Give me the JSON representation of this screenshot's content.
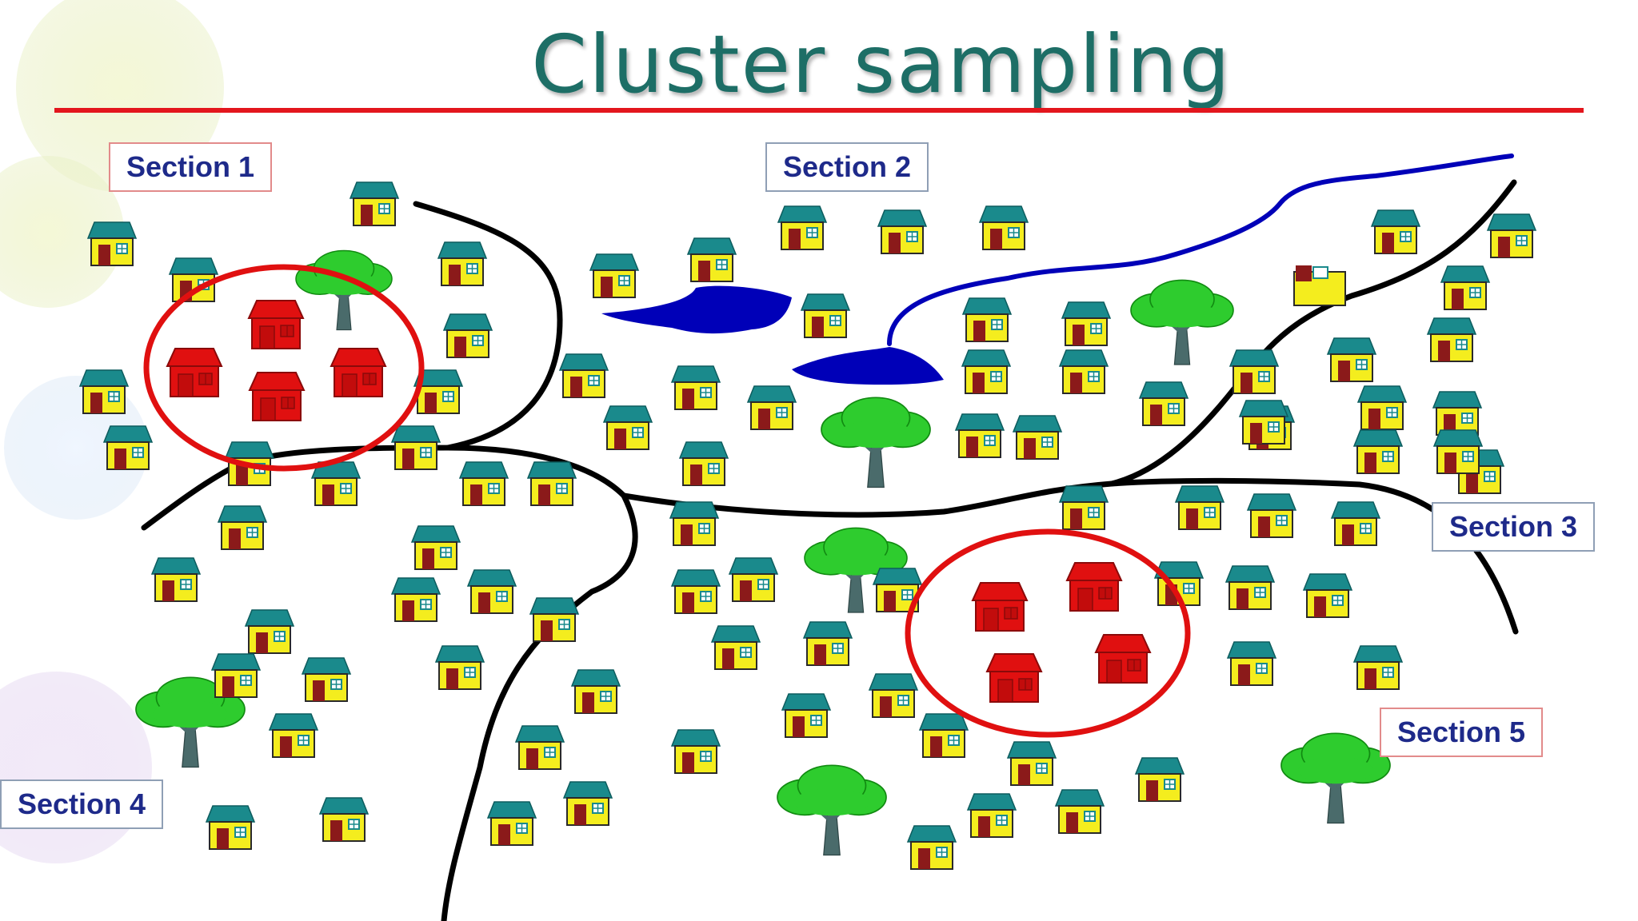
{
  "title": "Cluster sampling",
  "sections": [
    {
      "label": "Section 1",
      "border": "#e28b8b"
    },
    {
      "label": "Section 2",
      "border": "#8f9fb5"
    },
    {
      "label": "Section 3",
      "border": "#8f9fb5"
    },
    {
      "label": "Section 4",
      "border": "#8f9fb5"
    },
    {
      "label": "Section 5",
      "border": "#e28b8b"
    }
  ],
  "colors": {
    "title": "#1d6e66",
    "rule": "#e3161d",
    "road": "#000000",
    "river": "#0000b8",
    "house_wall": "#f4ed1e",
    "house_roof": "#1a8a8c",
    "house_door": "#8b1a1a",
    "sampled_house": "#e01010",
    "cluster_ring": "#e01010",
    "tree_foliage": "#2ecc2e",
    "tree_trunk": "#4a6b6b",
    "label_text": "#1e2a8a"
  }
}
